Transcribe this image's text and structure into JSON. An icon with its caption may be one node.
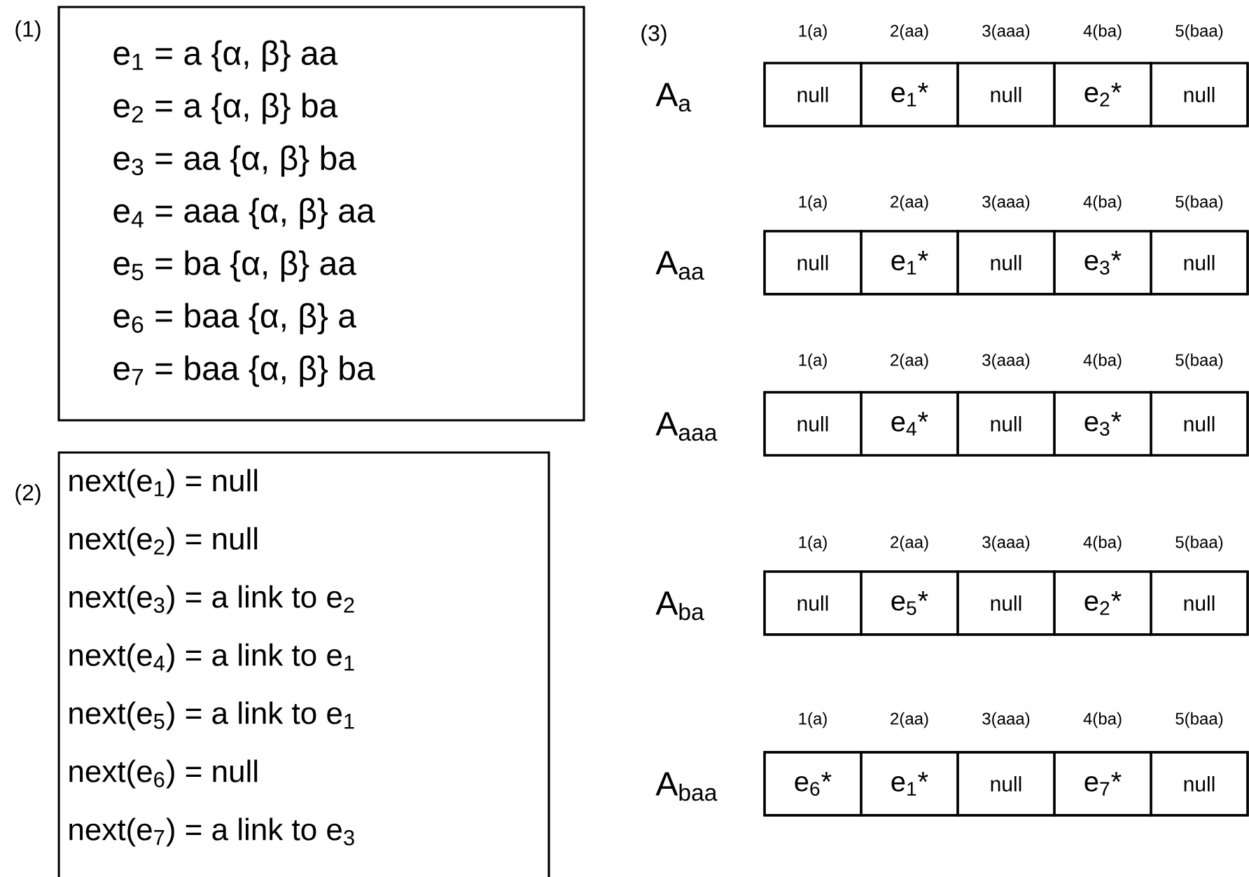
{
  "diagram": {
    "nodes": [
      {
        "text": [
          "e$_{1}$ = a {α, β} aa",
          "e$_{2}$ = a {α, β} ba",
          "e$_{3}$ = aa {α, β} ba",
          "e$_{4}$ = aaa {α, β} aa",
          "e$_{5}$ = ba {α, β} aa",
          "e$_{6}$ = baa {α, β} a",
          "e$_{7}$ = baa {α, β} ba"
        ]
      },
      {
        "text": [
          "next(e$_{1}$) = null",
          "next(e$_{2}$) = null",
          "next(e$_{3}$) = a link to e$_{2}$",
          "next(e$_{4}$) = a link to e$_{1}$",
          "next(e$_{5}$) = a link to e$_{1}$",
          "next(e$_{6}$) = null",
          "next(e$_{7}$) = a link to e$_{3}$"
        ]
      },
      {
        "text": [
          "A$_{a}$"
        ]
      },
      {
        "text": [
          "null"
        ],
        "in": 2
      },
      {
        "text": [
          "e$_{1}$*"
        ],
        "in": 2
      },
      {
        "text": [
          "null"
        ],
        "in": 2
      },
      {
        "text": [
          "e$_{2}$*"
        ],
        "in": 2
      },
      {
        "text": [
          "null"
        ],
        "in": 2
      },
      {
        "text": [
          "A$_{aa}$"
        ]
      },
      {
        "text": [
          "null"
        ],
        "in": 8
      },
      {
        "text": [
          "e$_{1}$*"
        ],
        "in": 8
      },
      {
        "text": [
          "null"
        ],
        "in": 8
      },
      {
        "text": [
          "e$_{3}$*"
        ],
        "in": 8
      },
      {
        "text": [
          "null"
        ],
        "in": 8
      },
      {
        "text": [
          "A$_{aaa}$"
        ]
      },
      {
        "text": [
          "null"
        ],
        "in": 14
      },
      {
        "text": [
          "e$_{4}$*"
        ],
        "in": 14
      },
      {
        "text": [
          "null"
        ],
        "in": 14
      },
      {
        "text": [
          "e$_{3}$*"
        ],
        "in": 14
      },
      {
        "text": [
          "null"
        ],
        "in": 14
      },
      {
        "text": [
          "A$_{ba}$"
        ]
      },
      {
        "text": [
          "null"
        ],
        "in": 20
      },
      {
        "text": [
          "e$_{5}$*"
        ],
        "in": 20
      },
      {
        "text": [
          "null"
        ],
        "in": 20
      },
      {
        "text": [
          "e$_{2}$*"
        ],
        "in": 20
      },
      {
        "text": [
          "null"
        ],
        "in": 20
      },
      {
        "text": [
          "A$_{baa}$"
        ]
      },
      {
        "text": [
          "e$_{6}$*"
        ],
        "in": 26
      },
      {
        "text": [
          "e$_{1}$*"
        ],
        "in": 26
      },
      {
        "text": [
          "null"
        ],
        "in": 26
      },
      {
        "text": [
          "e$_{7}$*"
        ],
        "in": 26
      },
      {
        "text": [
          "null"
        ],
        "in": 26
      }
    ],
    "labels": [
      "(1)",
      "(3)",
      "1(a)",
      "2(aa)",
      "3(aaa)",
      "4(ba)",
      "5(baa)",
      "1(a)",
      "2(aa)",
      "3(aaa)",
      "4(ba)",
      "5(baa)",
      "1(a)",
      "2(aa)",
      "3(aaa)",
      "4(ba)",
      "5(baa)",
      "(2)",
      "1(a)",
      "2(aa)",
      "3(aaa)",
      "4(ba)",
      "5(baa)",
      "1(a)",
      "2(aa)",
      "3(aaa)",
      "4(ba)",
      "5(baa)"
    ]
  }
}
